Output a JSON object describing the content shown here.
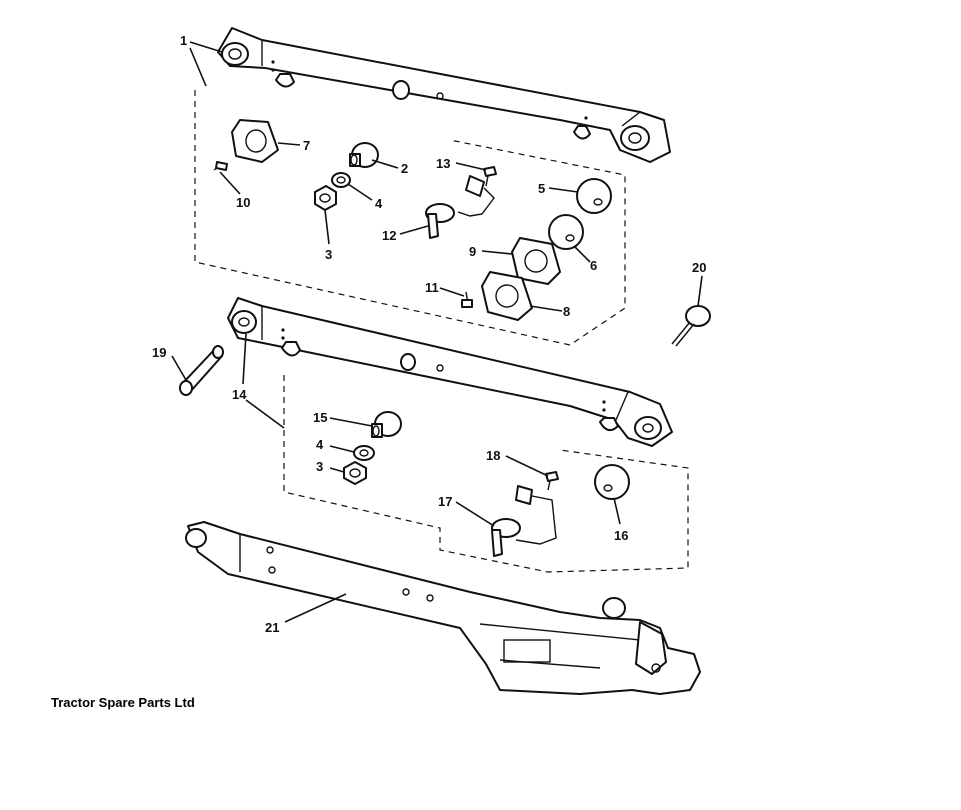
{
  "labels": {
    "n1": "1",
    "n2": "2",
    "n3a": "3",
    "n4a": "4",
    "n5": "5",
    "n6": "6",
    "n7": "7",
    "n8": "8",
    "n9": "9",
    "n10": "10",
    "n11": "11",
    "n12": "12",
    "n13": "13",
    "n14": "14",
    "n15": "15",
    "n4b": "4",
    "n3b": "3",
    "n16": "16",
    "n17": "17",
    "n18": "18",
    "n19": "19",
    "n20": "20",
    "n21": "21"
  },
  "brand": "Tractor Spare Parts Ltd"
}
